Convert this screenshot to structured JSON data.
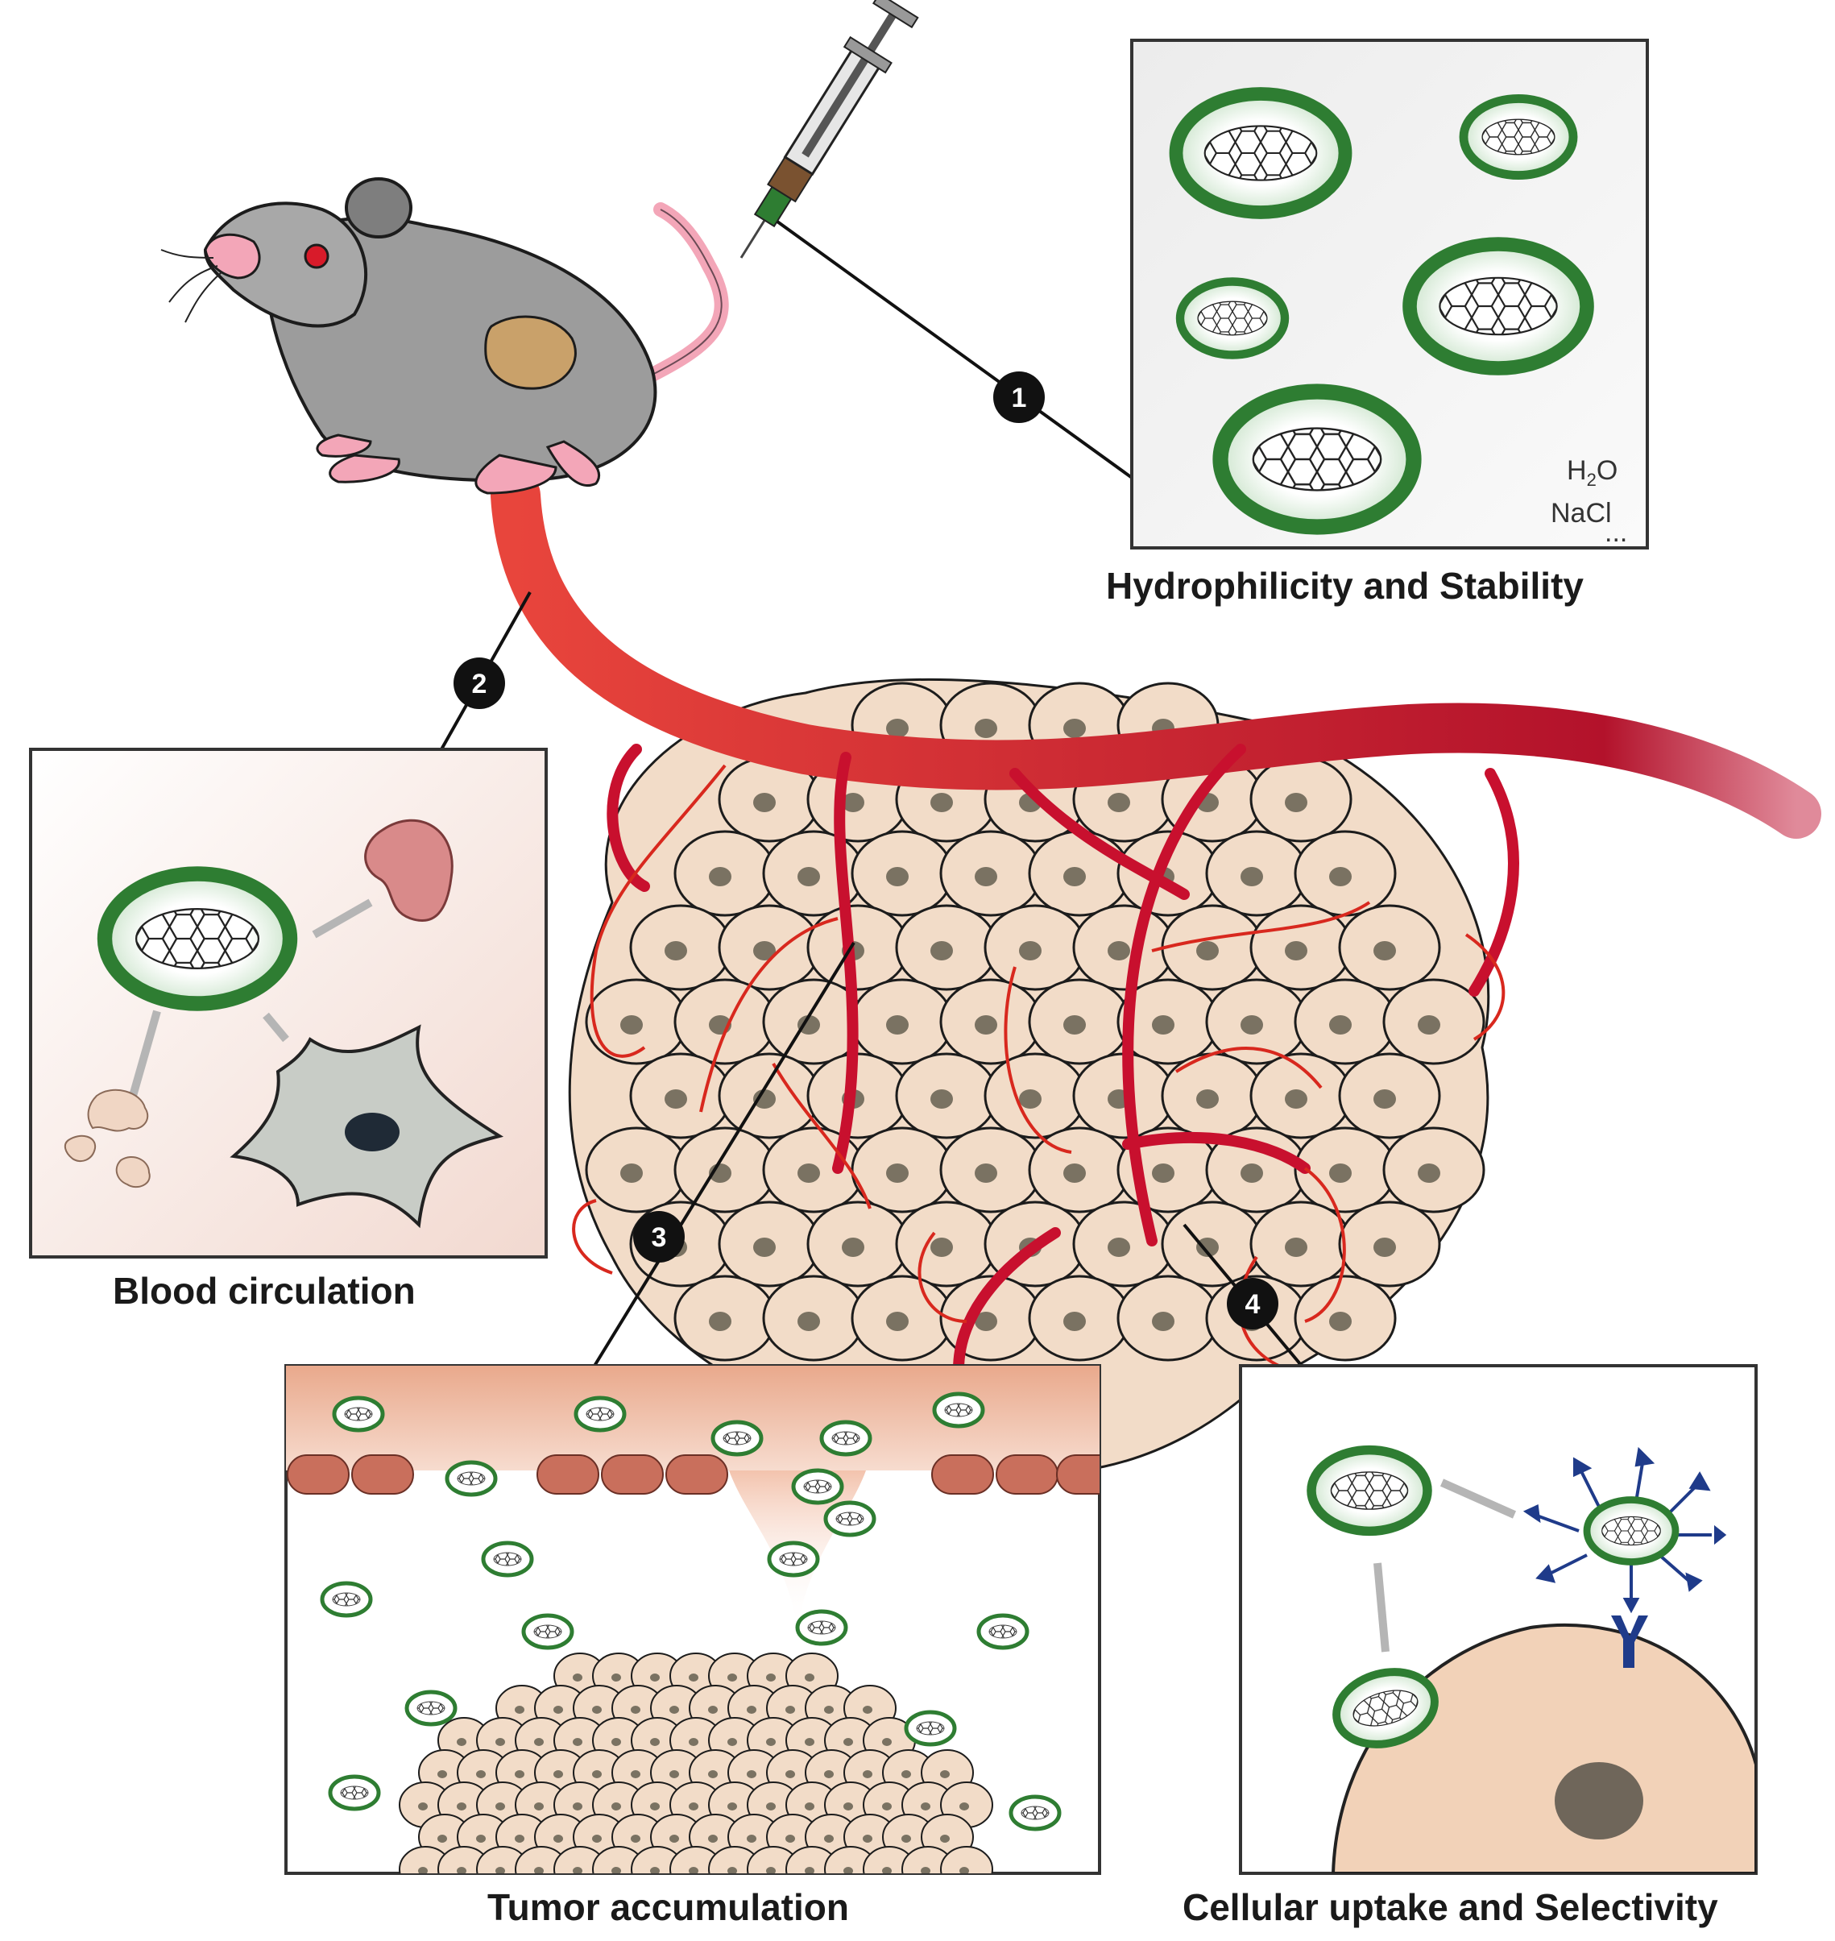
{
  "steps": [
    {
      "number": "1",
      "caption": "Hydrophilicity and Stability"
    },
    {
      "number": "2",
      "caption": "Blood circulation"
    },
    {
      "number": "3",
      "caption": "Tumor accumulation"
    },
    {
      "number": "4",
      "caption": "Cellular uptake and Selectivity"
    }
  ],
  "panel1": {
    "media_labels": {
      "water_main": "H",
      "water_sub": "2",
      "water_tail": "O",
      "salt": "NaCl",
      "ellipsis": "..."
    }
  },
  "icons": [
    "mouse-icon",
    "syringe-icon",
    "blood-vessel-icon",
    "tumor-icon",
    "graphene-nanoparticle-icon",
    "spleen-icon",
    "macrophage-icon",
    "platelet-icon",
    "receptor-icon",
    "targeting-ligand-icon",
    "cancer-cell-icon"
  ],
  "colors": {
    "vessel": "#c8102e",
    "coating": "#2e7d32",
    "tumor_cell": "#f2dcc8",
    "nucleus": "#7a7262",
    "mouse_body": "#9c9c9c",
    "mouse_pink": "#f3a6b8"
  }
}
